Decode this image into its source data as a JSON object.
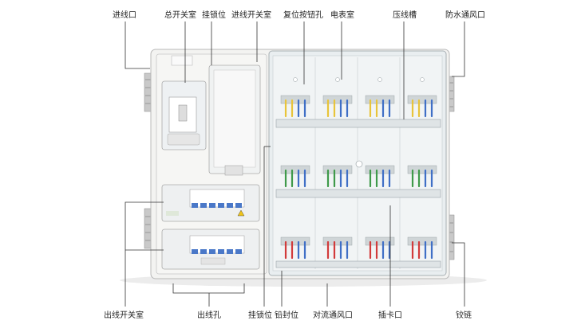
{
  "labels": {
    "inlet": "进线口",
    "main_switch_room": "总开关室",
    "hanging_lock_top": "挂锁位",
    "inlet_switch_room": "进线开关室",
    "reset_button_hole": "复位按钮孔",
    "meter_room": "电表室",
    "cable_clamp_slot": "压线槽",
    "waterproof_vent": "防水通风口",
    "outlet_switch_room": "出线开关室",
    "outlet_hole": "出线孔",
    "hanging_lock_bottom": "挂锁位",
    "lead_seal": "铅封位",
    "convection_vent": "对流通风口",
    "card_slot": "插卡口",
    "hinge": "铰链"
  },
  "colors": {
    "line": "#333333",
    "body": "#f3f3f1",
    "glass": "#e9eef0",
    "wire_yellow": "#e8c43a",
    "wire_green": "#3f9a4a",
    "wire_red": "#d23b3b",
    "wire_blue": "#3f6fc6",
    "breaker_blue": "#4a78c8"
  }
}
